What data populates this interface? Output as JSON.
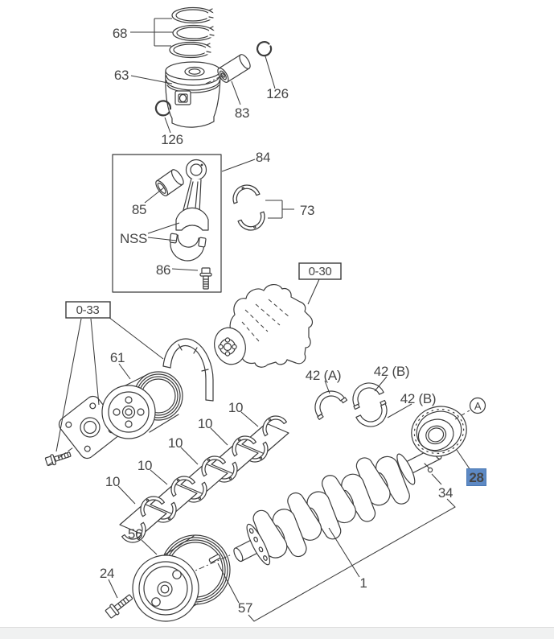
{
  "app": {
    "description": "Exploded parts diagram - crankshaft, piston and connecting rod assembly",
    "selected_part_number": "28"
  },
  "diagram": {
    "colors": {
      "line": "#3b3b3b",
      "label_text": "#454545",
      "highlight_bg": "#5d89c4",
      "highlight_text": "#1d3e7e",
      "box_border": "#3b3b3b",
      "bottom_bar_bg": "#f0f1f1"
    },
    "labels": [
      {
        "id": "68",
        "text": "68",
        "kind": "plain"
      },
      {
        "id": "63",
        "text": "63",
        "kind": "plain"
      },
      {
        "id": "126-left",
        "text": "126",
        "kind": "plain"
      },
      {
        "id": "83",
        "text": "83",
        "kind": "plain"
      },
      {
        "id": "126-right",
        "text": "126",
        "kind": "plain"
      },
      {
        "id": "84",
        "text": "84",
        "kind": "plain"
      },
      {
        "id": "85",
        "text": "85",
        "kind": "plain"
      },
      {
        "id": "nss",
        "text": "NSS",
        "kind": "plain"
      },
      {
        "id": "73",
        "text": "73",
        "kind": "plain"
      },
      {
        "id": "86",
        "text": "86",
        "kind": "plain"
      },
      {
        "id": "ref-0-30",
        "text": "0-30",
        "kind": "boxed"
      },
      {
        "id": "ref-0-33",
        "text": "0-33",
        "kind": "boxed"
      },
      {
        "id": "61",
        "text": "61",
        "kind": "plain"
      },
      {
        "id": "42a",
        "text": "42 (A)",
        "kind": "plain"
      },
      {
        "id": "42b-1",
        "text": "42 (B)",
        "kind": "plain"
      },
      {
        "id": "42b-2",
        "text": "42 (B)",
        "kind": "plain"
      },
      {
        "id": "view-a",
        "text": "A",
        "kind": "circled"
      },
      {
        "id": "10-1",
        "text": "10",
        "kind": "plain"
      },
      {
        "id": "10-2",
        "text": "10",
        "kind": "plain"
      },
      {
        "id": "10-3",
        "text": "10",
        "kind": "plain"
      },
      {
        "id": "10-4",
        "text": "10",
        "kind": "plain"
      },
      {
        "id": "10-5",
        "text": "10",
        "kind": "plain"
      },
      {
        "id": "28",
        "text": "28",
        "kind": "highlighted"
      },
      {
        "id": "34",
        "text": "34",
        "kind": "plain"
      },
      {
        "id": "56",
        "text": "56",
        "kind": "plain"
      },
      {
        "id": "24",
        "text": "24",
        "kind": "plain"
      },
      {
        "id": "57",
        "text": "57",
        "kind": "plain"
      },
      {
        "id": "1",
        "text": "1",
        "kind": "plain"
      }
    ]
  }
}
